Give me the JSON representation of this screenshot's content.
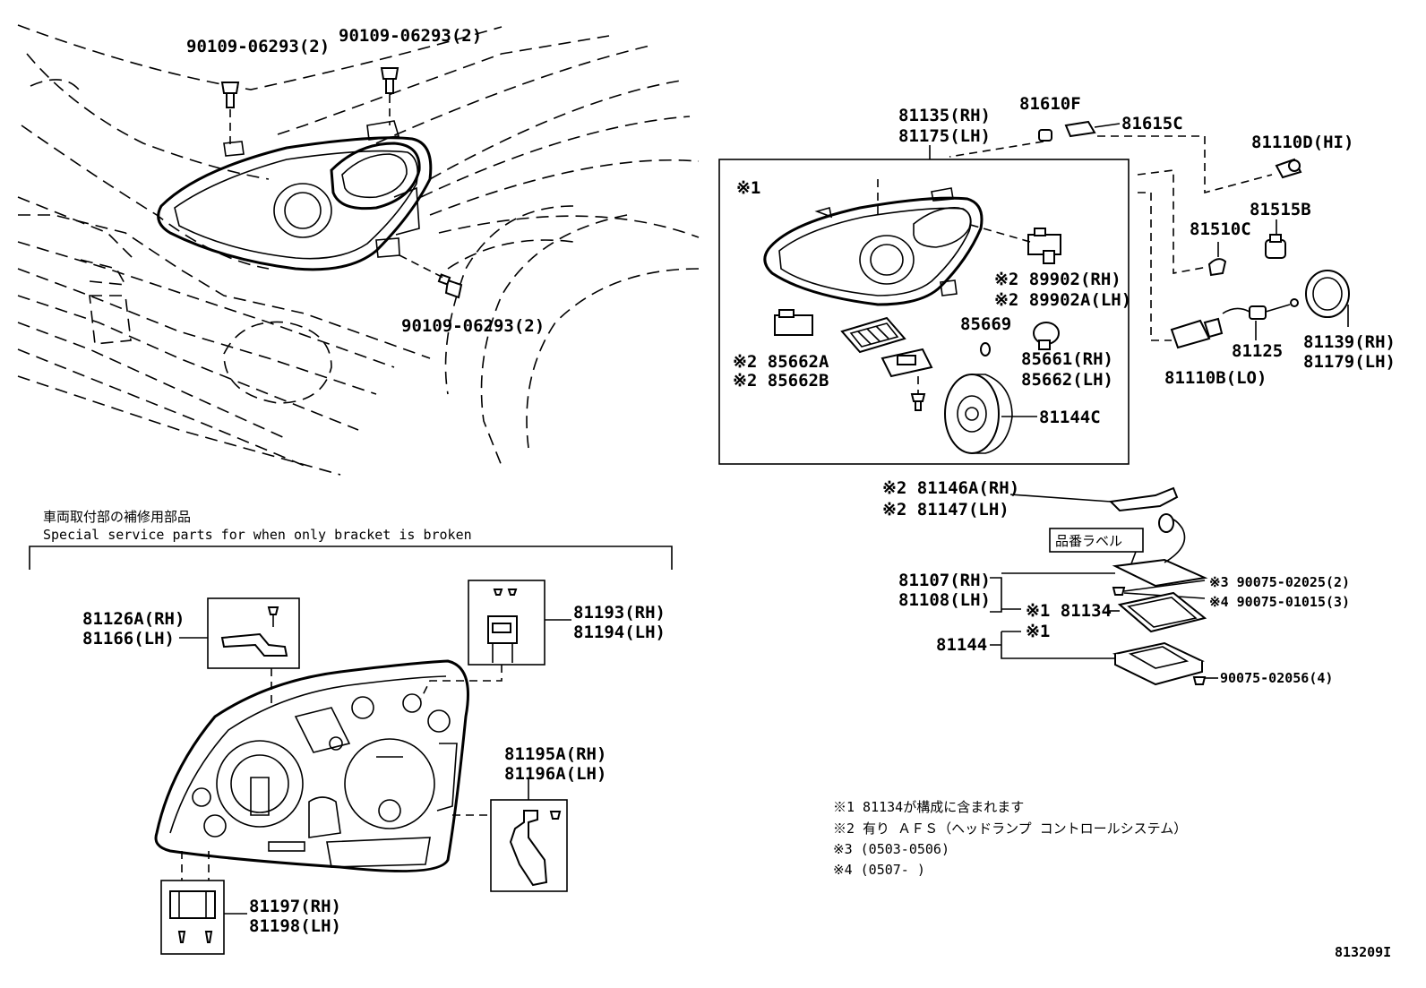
{
  "labels": {
    "bolt_top_left": "90109-06293(2)",
    "bolt_top_mid": "90109-06293(2)",
    "bolt_right": "90109-06293(2)",
    "p81135": "81135(RH)",
    "p81175": "81175(LH)",
    "p81610F": "81610F",
    "p81615C": "81615C",
    "p81110D": "81110D(HI)",
    "p81515B": "81515B",
    "p81510C": "81510C",
    "mark_x1_box": "※1",
    "p89902": "※2 89902(RH)",
    "p89902A": "※2 89902A(LH)",
    "p85669": "85669",
    "p85661": "85661(RH)",
    "p85662": "85662(LH)",
    "p85662A": "※2 85662A",
    "p85662B": "※2 85662B",
    "p81144C": "81144C",
    "p81125": "81125",
    "p81139": "81139(RH)",
    "p81179": "81179(LH)",
    "p81110B": "81110B(LO)",
    "p81146A": "※2 81146A(RH)",
    "p81147": "※2 81147(LH)",
    "label_tag": "品番ラベル",
    "p81107": "81107(RH)",
    "p81108": "81108(LH)",
    "p81134": "※1 81134",
    "p81144": "81144",
    "mark_x1_81144": "※1",
    "p90075_02025": "※3 90075-02025(2)",
    "p90075_01015": "※4 90075-01015(3)",
    "p90075_02056": "90075-02056(4)",
    "section_title_ja": "車両取付部の補修用部品",
    "section_title_en": "Special service parts for when only bracket is broken",
    "p81126A": "81126A(RH)",
    "p81166": "81166(LH)",
    "p81193": "81193(RH)",
    "p81194": "81194(LH)",
    "p81195A": "81195A(RH)",
    "p81196A": "81196A(LH)",
    "p81197": "81197(RH)",
    "p81198": "81198(LH)",
    "footnote1": "※1 81134が構成に含まれます",
    "footnote2": "※2 有り ＡＦＳ（ヘッドランプ コントロールシステム）",
    "footnote3": "※3 (0503-0506)",
    "footnote4": "※4 (0507-     )",
    "figure_id": "813209I"
  }
}
